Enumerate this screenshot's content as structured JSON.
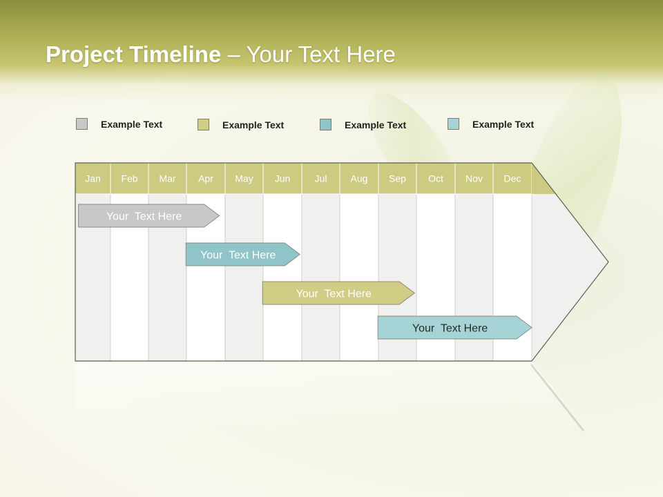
{
  "title": {
    "bold": "Project Timeline",
    "rest": " – Your Text Here"
  },
  "colors": {
    "header": "#c6c46f",
    "gray": "#c8c8c8",
    "olive": "#d1cd84",
    "teal": "#8fc4c8",
    "teal_light": "#a6d3d6",
    "month_header": "#cdca82",
    "column_shade": "#f0f0ef",
    "column_white": "#ffffff"
  },
  "legend": [
    {
      "label": "Example Text",
      "color": "#c8c8c8"
    },
    {
      "label": "Example Text",
      "color": "#d1cd84"
    },
    {
      "label": "Example Text",
      "color": "#8fc4c8"
    },
    {
      "label": "Example Text",
      "color": "#a6d3d6"
    }
  ],
  "months": [
    "Jan",
    "Feb",
    "Mar",
    "Apr",
    "May",
    "Jun",
    "Jul",
    "Aug",
    "Sep",
    "Oct",
    "Nov",
    "Dec"
  ],
  "bars": [
    {
      "label": "Your  Text Here",
      "start": 0.05,
      "end": 3.85,
      "color": "#c8c8c8",
      "text_color": "#ffffff"
    },
    {
      "label": "Your  Text Here",
      "start": 2.95,
      "end": 5.95,
      "color": "#8fc4c8",
      "text_color": "#ffffff"
    },
    {
      "label": "Your  Text Here",
      "start": 4.95,
      "end": 8.95,
      "color": "#d1cd84",
      "text_color": "#ffffff"
    },
    {
      "label": "Your  Text Here",
      "start": 7.95,
      "end": 12.0,
      "color": "#a6d3d6",
      "text_color": "#1f2a2a"
    }
  ]
}
